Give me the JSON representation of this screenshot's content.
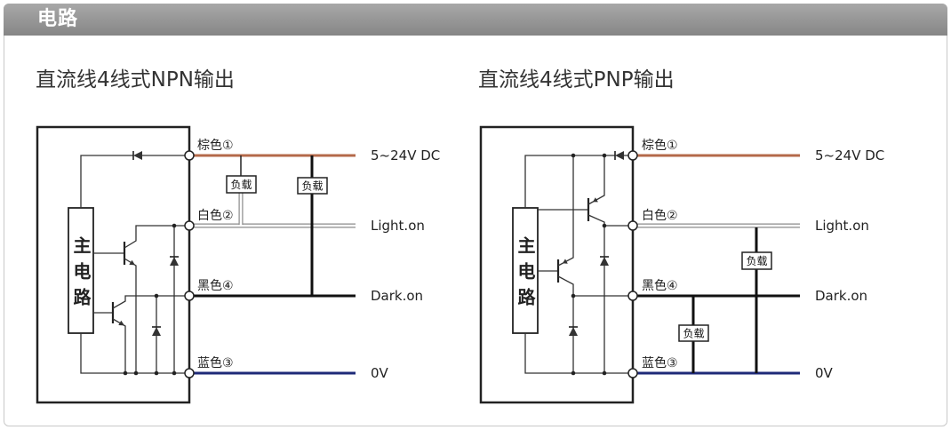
{
  "section": {
    "title": "电路"
  },
  "colors": {
    "brown_wire": "#b4694a",
    "white_wire_outline": "#8a8a8a",
    "black_wire": "#111111",
    "blue_wire": "#1e2a78"
  },
  "diagrams": [
    {
      "title": "直流线4线式NPN输出",
      "main_circuit_label": "主电路",
      "wires": [
        {
          "color_label": "棕色①",
          "signal": "5~24V DC"
        },
        {
          "color_label": "白色②",
          "signal": "Light.on"
        },
        {
          "color_label": "黑色④",
          "signal": "Dark.on"
        },
        {
          "color_label": "蓝色③",
          "signal": "0V"
        }
      ],
      "loads": [
        {
          "label": "负载"
        },
        {
          "label": "负载"
        }
      ]
    },
    {
      "title": "直流线4线式PNP输出",
      "main_circuit_label": "主电路",
      "wires": [
        {
          "color_label": "棕色①",
          "signal": "5~24V DC"
        },
        {
          "color_label": "白色②",
          "signal": "Light.on"
        },
        {
          "color_label": "黑色④",
          "signal": "Dark.on"
        },
        {
          "color_label": "蓝色③",
          "signal": "0V"
        }
      ],
      "loads": [
        {
          "label": "负载"
        },
        {
          "label": "负载"
        }
      ]
    }
  ]
}
